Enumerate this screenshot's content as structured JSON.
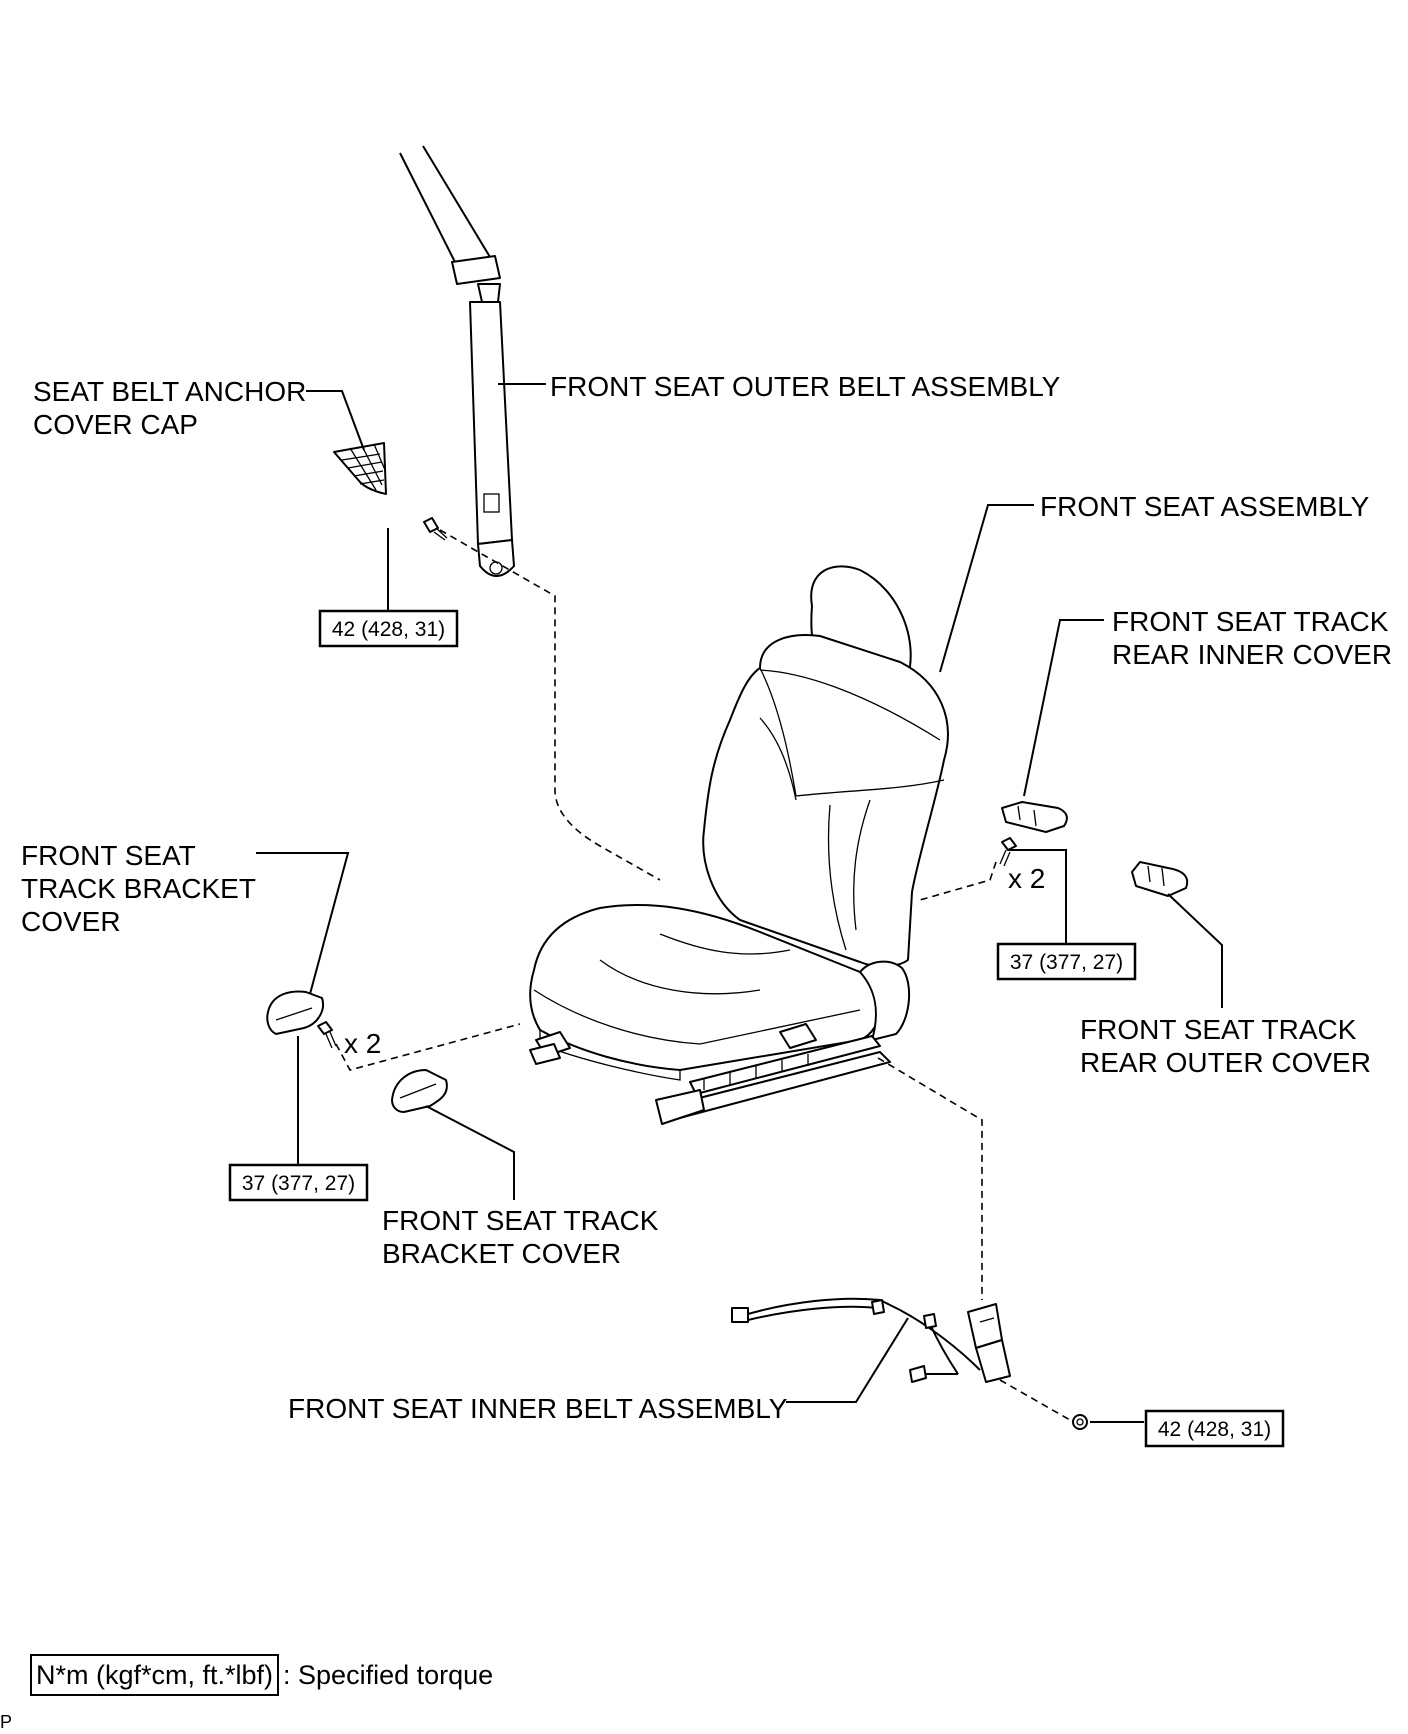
{
  "labels": {
    "anchor_cap": [
      "SEAT BELT ANCHOR",
      "COVER CAP"
    ],
    "outer_belt": "FRONT SEAT OUTER BELT ASSEMBLY",
    "seat_assembly": "FRONT SEAT ASSEMBLY",
    "rear_inner_cover": [
      "FRONT SEAT TRACK",
      "REAR INNER COVER"
    ],
    "bracket_cover_left": [
      "FRONT SEAT",
      "TRACK BRACKET",
      "COVER"
    ],
    "rear_outer_cover": [
      "FRONT SEAT TRACK",
      "REAR OUTER COVER"
    ],
    "bracket_cover_center": [
      "FRONT SEAT TRACK",
      "BRACKET COVER"
    ],
    "inner_belt": "FRONT SEAT INNER BELT ASSEMBLY"
  },
  "torques": {
    "outer_belt_bolt": "42 (428, 31)",
    "rear_track_bolts": "37 (377, 27)",
    "front_track_bolts": "37 (377, 27)",
    "inner_belt_nut": "42 (428, 31)"
  },
  "quantities": {
    "rear_bolts": "x 2",
    "front_bolts": "x 2"
  },
  "legend": {
    "unit": "N*m (kgf*cm, ft.*lbf)",
    "text": ": Specified torque"
  },
  "figure_code": "P"
}
